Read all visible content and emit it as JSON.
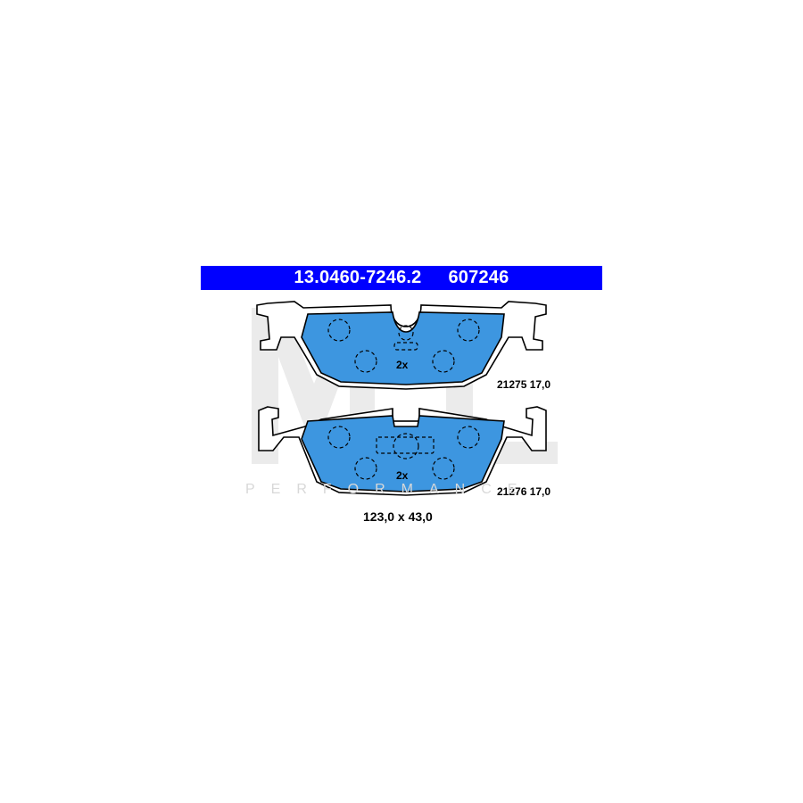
{
  "header": {
    "part_number": "13.0460-7246.2",
    "catalog_number": "607246"
  },
  "pads": [
    {
      "count_label": "2x",
      "spec_label": "21275 17,0"
    },
    {
      "count_label": "2x",
      "spec_label": "21276 17,0"
    }
  ],
  "dimensions_label": "123,0 x 43,0",
  "watermark": {
    "logo_text": "ML",
    "tagline": "PERFORMANCE"
  },
  "colors": {
    "header_bg": "#0000ff",
    "header_text": "#ffffff",
    "friction_material": "#3d96e0",
    "backing_plate": "#ffffff",
    "outline": "#000000",
    "watermark": "#d8d8d8"
  }
}
